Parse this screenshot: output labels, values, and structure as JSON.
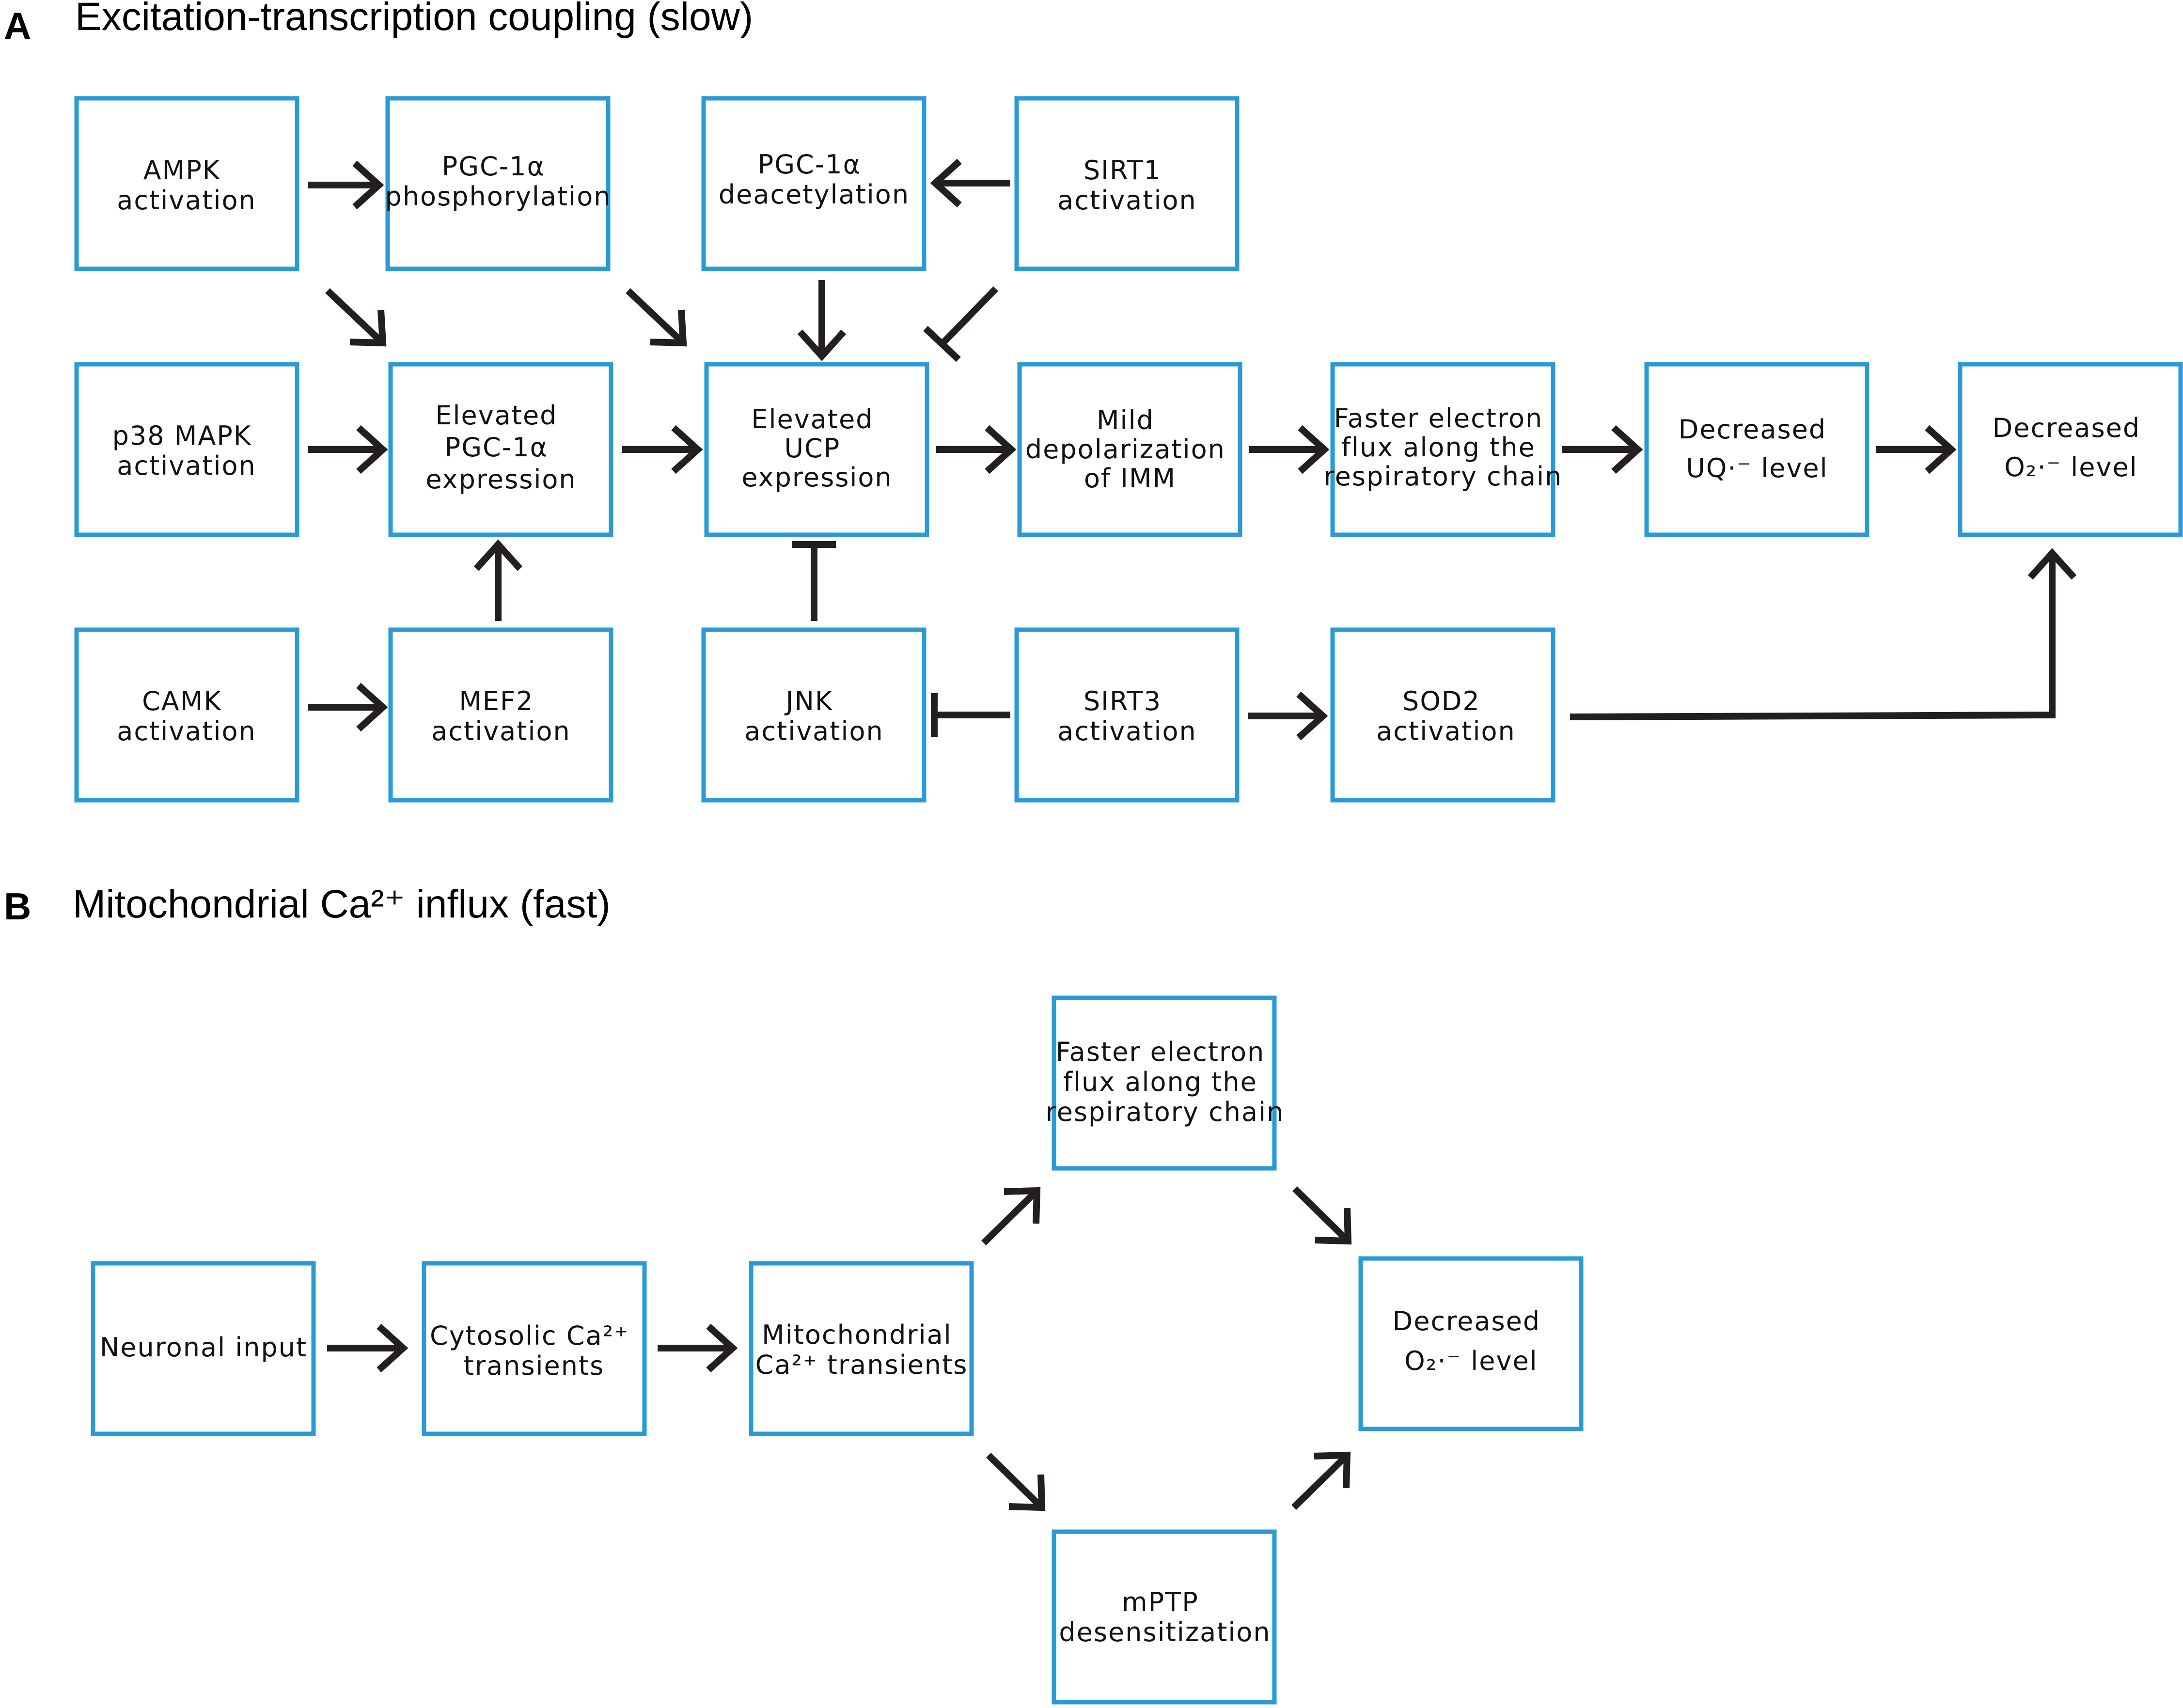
{
  "panels": [
    {
      "letter": "A",
      "title": "Excitation-transcription coupling (slow)",
      "nodes": [
        {
          "id": "ampk",
          "lines": [
            "AMPK",
            "activation"
          ]
        },
        {
          "id": "pgc_phos",
          "lines": [
            "PGC-1α",
            "phosphorylation"
          ]
        },
        {
          "id": "pgc_deac",
          "lines": [
            "PGC-1α",
            "deacetylation"
          ]
        },
        {
          "id": "sirt1",
          "lines": [
            "SIRT1",
            "activation"
          ]
        },
        {
          "id": "p38",
          "lines": [
            "p38 MAPK",
            "activation"
          ]
        },
        {
          "id": "pgc_expr",
          "lines": [
            "Elevated",
            "PGC-1α",
            "expression"
          ]
        },
        {
          "id": "ucp",
          "lines": [
            "Elevated",
            "UCP",
            "expression"
          ]
        },
        {
          "id": "depol",
          "lines": [
            "Mild",
            "depolarization",
            "of IMM"
          ]
        },
        {
          "id": "flux_a",
          "lines": [
            "Faster electron",
            "flux along the",
            "respiratory chain"
          ]
        },
        {
          "id": "uq",
          "lines": [
            "Decreased",
            "UQ·⁻ level"
          ]
        },
        {
          "id": "o2_a",
          "lines": [
            "Decreased",
            "O₂·⁻ level"
          ]
        },
        {
          "id": "camk",
          "lines": [
            "CAMK",
            "activation"
          ]
        },
        {
          "id": "mef2",
          "lines": [
            "MEF2",
            "activation"
          ]
        },
        {
          "id": "jnk",
          "lines": [
            "JNK",
            "activation"
          ]
        },
        {
          "id": "sirt3",
          "lines": [
            "SIRT3",
            "activation"
          ]
        },
        {
          "id": "sod2",
          "lines": [
            "SOD2",
            "activation"
          ]
        }
      ],
      "edges": [
        {
          "from": "ampk",
          "to": "pgc_phos",
          "type": "activate"
        },
        {
          "from": "ampk",
          "to": "pgc_expr",
          "type": "activate"
        },
        {
          "from": "pgc_phos",
          "to": "ucp",
          "type": "activate"
        },
        {
          "from": "sirt1",
          "to": "pgc_deac",
          "type": "activate"
        },
        {
          "from": "pgc_deac",
          "to": "ucp",
          "type": "activate"
        },
        {
          "from": "sirt1",
          "to": "ucp",
          "type": "inhibit"
        },
        {
          "from": "p38",
          "to": "pgc_expr",
          "type": "activate"
        },
        {
          "from": "pgc_expr",
          "to": "ucp",
          "type": "activate"
        },
        {
          "from": "ucp",
          "to": "depol",
          "type": "activate"
        },
        {
          "from": "depol",
          "to": "flux_a",
          "type": "activate"
        },
        {
          "from": "flux_a",
          "to": "uq",
          "type": "activate"
        },
        {
          "from": "uq",
          "to": "o2_a",
          "type": "activate"
        },
        {
          "from": "camk",
          "to": "mef2",
          "type": "activate"
        },
        {
          "from": "mef2",
          "to": "pgc_expr",
          "type": "activate"
        },
        {
          "from": "jnk",
          "to": "ucp",
          "type": "inhibit"
        },
        {
          "from": "sirt3",
          "to": "jnk",
          "type": "inhibit"
        },
        {
          "from": "sirt3",
          "to": "sod2",
          "type": "activate"
        },
        {
          "from": "sod2",
          "to": "o2_a",
          "type": "activate"
        }
      ]
    },
    {
      "letter": "B",
      "title": "Mitochondrial Ca²⁺ influx (fast)",
      "nodes": [
        {
          "id": "neuronal",
          "lines": [
            "Neuronal input"
          ]
        },
        {
          "id": "cyto",
          "lines": [
            "Cytosolic Ca²⁺",
            "transients"
          ]
        },
        {
          "id": "mito",
          "lines": [
            "Mitochondrial",
            "Ca²⁺ transients"
          ]
        },
        {
          "id": "flux_b",
          "lines": [
            "Faster electron",
            "flux along the",
            "respiratory chain"
          ]
        },
        {
          "id": "o2_b",
          "lines": [
            "Decreased",
            "O₂·⁻ level"
          ]
        },
        {
          "id": "mptp",
          "lines": [
            "mPTP",
            "desensitization"
          ]
        }
      ],
      "edges": [
        {
          "from": "neuronal",
          "to": "cyto",
          "type": "activate"
        },
        {
          "from": "cyto",
          "to": "mito",
          "type": "activate"
        },
        {
          "from": "mito",
          "to": "flux_b",
          "type": "activate"
        },
        {
          "from": "mito",
          "to": "mptp",
          "type": "activate"
        },
        {
          "from": "flux_b",
          "to": "o2_b",
          "type": "activate"
        },
        {
          "from": "mptp",
          "to": "o2_b",
          "type": "activate"
        }
      ]
    }
  ],
  "colors": {
    "box_border": "#2a9ad6",
    "arrow": "#231f20",
    "text": "#111111"
  }
}
